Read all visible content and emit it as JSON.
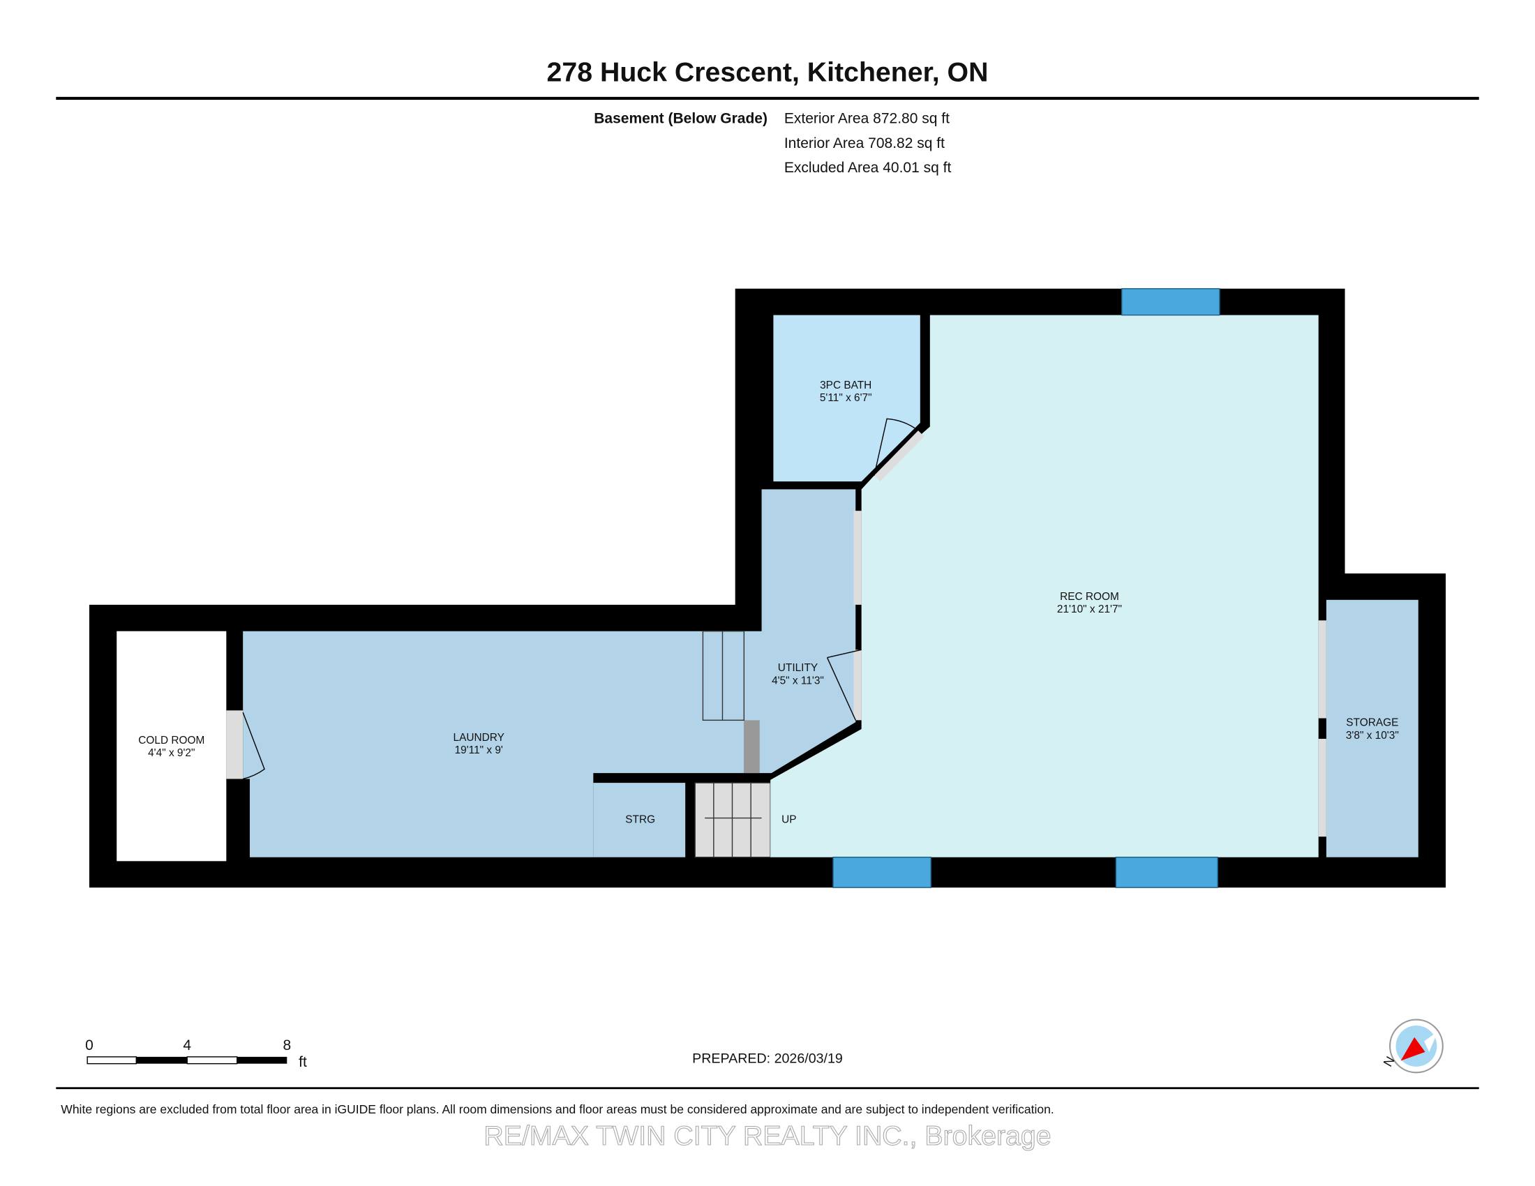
{
  "header": {
    "title": "278 Huck Crescent, Kitchener, ON",
    "level": "Basement (Below Grade)",
    "exterior_area": "Exterior Area 872.80 sq ft",
    "interior_area": "Interior Area 708.82 sq ft",
    "excluded_area": "Excluded Area 40.01 sq ft"
  },
  "rooms": {
    "cold_room": {
      "name": "COLD ROOM",
      "dims": "4'4\" x 9'2\""
    },
    "laundry": {
      "name": "LAUNDRY",
      "dims": "19'11\" x 9'"
    },
    "strg": {
      "name": "STRG"
    },
    "up": {
      "name": "UP"
    },
    "utility": {
      "name": "UTILITY",
      "dims": "4'5\" x 11'3\""
    },
    "bath": {
      "name": "3PC BATH",
      "dims": "5'11\" x 6'7\""
    },
    "rec_room": {
      "name": "REC ROOM",
      "dims": "21'10\" x 21'7\""
    },
    "storage": {
      "name": "STORAGE",
      "dims": "3'8\" x 10'3\""
    }
  },
  "scale": {
    "ticks": [
      "0",
      "4",
      "8"
    ],
    "unit": "ft"
  },
  "prepared": "PREPARED: 2026/03/19",
  "compass": {
    "label": "N"
  },
  "footer": {
    "disclaimer": "White regions are excluded from total floor area in iGUIDE floor plans. All room dimensions and floor areas must be considered approximate and are subject to independent verification.",
    "watermark": "RE/MAX TWIN CITY REALTY INC., Brokerage"
  },
  "colors": {
    "wall": "#000000",
    "blue_room": "#b3d4e8",
    "bath": "#bfe3f7",
    "rec": "#d6f1f3",
    "window": "#4aa8dc"
  }
}
